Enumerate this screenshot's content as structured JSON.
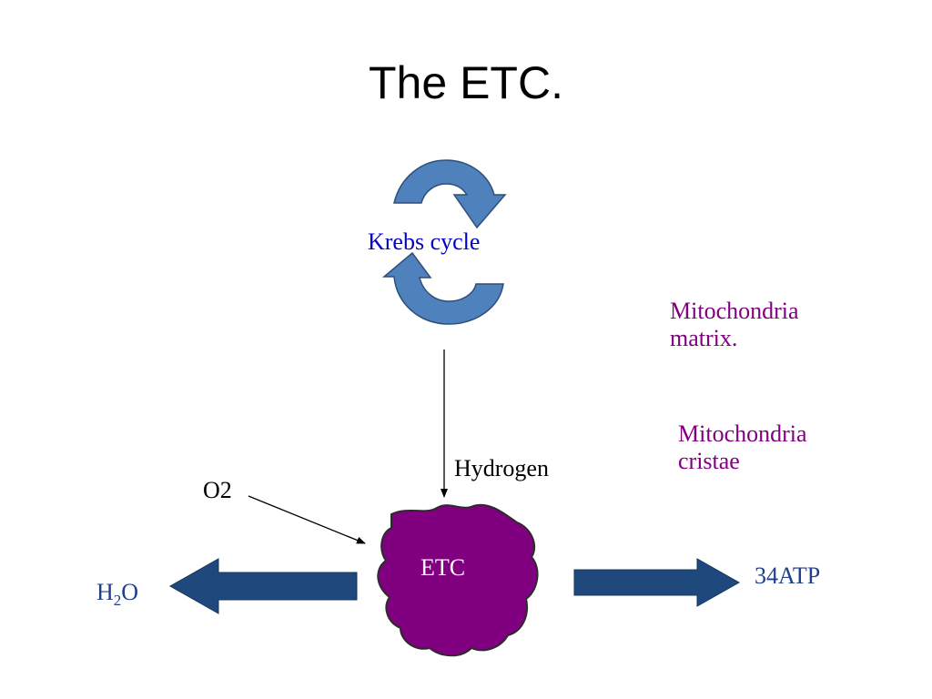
{
  "title": "The ETC.",
  "labels": {
    "krebs": "Krebs cycle",
    "matrix_line1": "Mitochondria",
    "matrix_line2": "matrix.",
    "cristae_line1": "Mitochondria",
    "cristae_line2": "cristae",
    "hydrogen": "Hydrogen",
    "o2": "O2",
    "etc": "ETC",
    "atp": "34ATP",
    "water_h": "H",
    "water_sub": "2",
    "water_o": "O"
  },
  "colors": {
    "cycle_arrow": "#4f81bd",
    "block_arrow": "#1f497d",
    "etc_blob": "#800080",
    "krebs_text": "#0000cc",
    "location_text": "#800080",
    "product_text": "#1f3f8a"
  }
}
